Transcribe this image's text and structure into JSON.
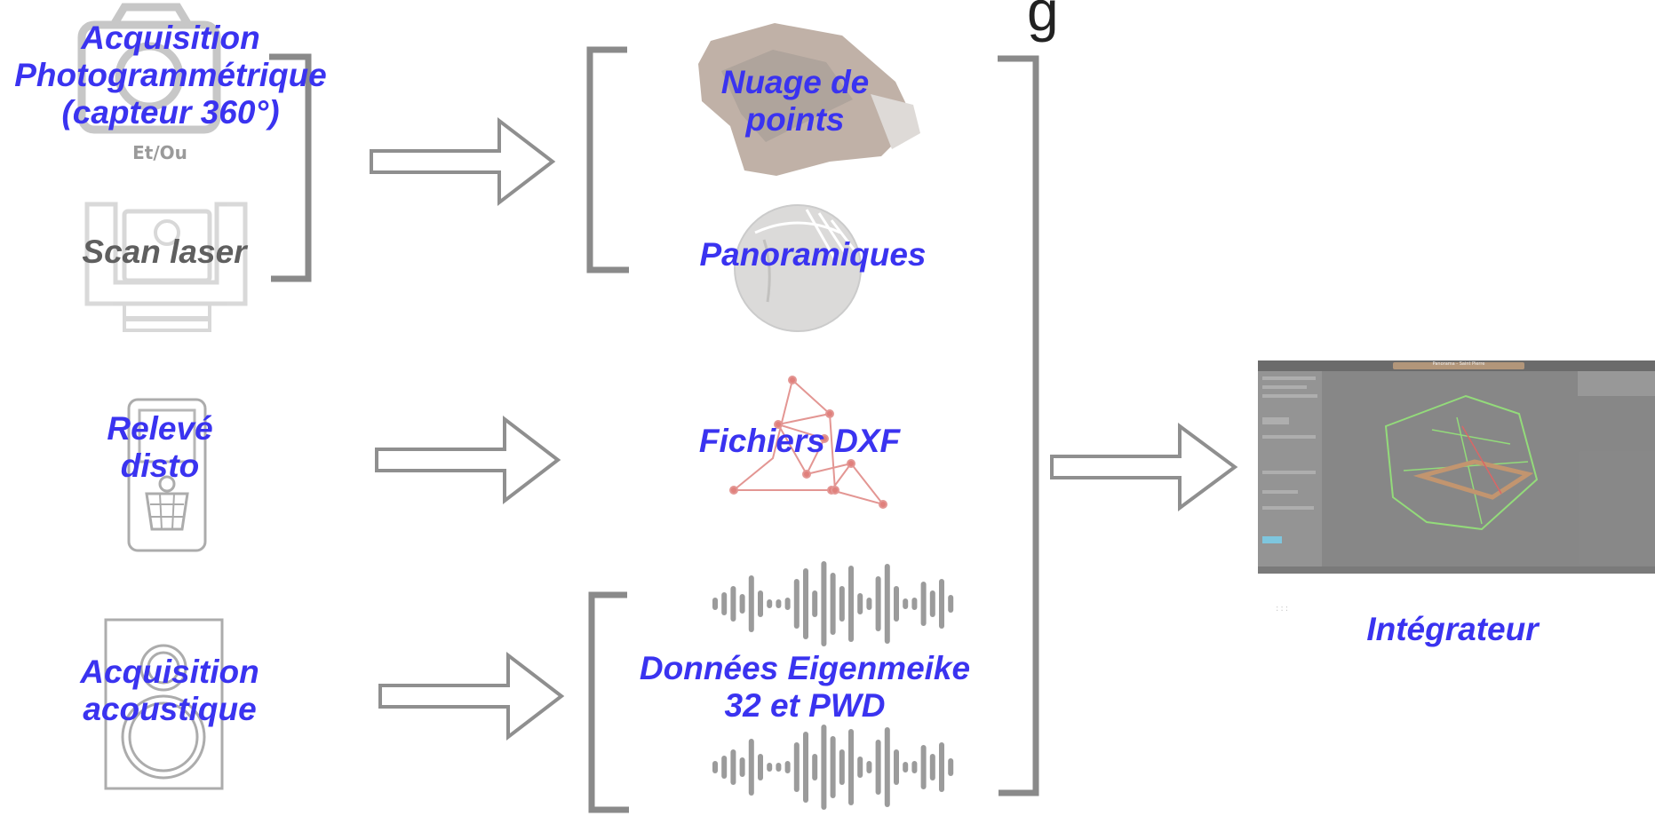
{
  "title_fragment": "g",
  "sources": {
    "photogrammetry_label": "Acquisition\nPhotogrammétrique\n(capteur 360°)",
    "and_or": "Et/Ou",
    "laser_label": "Scan laser",
    "disto_label": "Relevé\ndisto",
    "acoustic_label": "Acquisition\nacoustique"
  },
  "outputs": {
    "point_cloud_label": "Nuage de\npoints",
    "panoramas_label": "Panoramiques",
    "dxf_label": "Fichiers DXF",
    "eigenmike_label": "Données Eigenmeike\n32 et PWD"
  },
  "target": {
    "integrator_label": "Intégrateur",
    "screenshot_title": "Panorama - Saint Pierre",
    "dots": "::: "
  },
  "colors": {
    "label_blue": "#3a33f0",
    "arrow_gray": "#8f8f8f",
    "bracket_gray": "#8a8a8a",
    "dxf_red": "#e07a78",
    "wireframe_green": "#7be05c"
  }
}
